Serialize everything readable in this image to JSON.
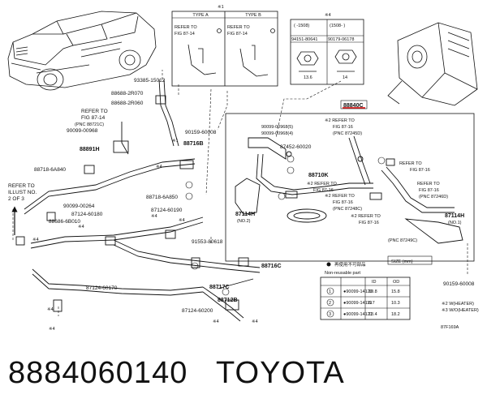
{
  "type_a": "TYPE A",
  "type_b": "TYPE B",
  "ref_87_14_a": "REFER TO",
  "ref_87_14_b": "FIG 87-14",
  "star1": "※1",
  "star4": "※4",
  "col_1508_a": "(   -1508)",
  "col_1508_b": "(1508-   )",
  "pn_94151": "94151-80641",
  "pn_90179": "90179-06178",
  "dim_13_6": "13.6",
  "dim_14": "14",
  "pn_93385": "93385-15012",
  "pn_88688_2r070": "88688-2R070",
  "pn_88688_2r060": "88688-2R060",
  "ref_fig_87_14": [
    "REFER TO",
    "FIG 87-14",
    "(PNC 88721C)"
  ],
  "pn_90099_00968": "90099-00968",
  "pn_88891h": "88891H",
  "pn_88718_6a840": "88718-6A840",
  "pn_90099_00264": "90099-00264",
  "pn_87124_60180": "87124-60180",
  "pn_88686_6b010": "88686-6B010",
  "pn_90159_60008_a": "90159-60008",
  "pn_88716b": "88716B",
  "pn_88718_6a850": "88718-6A850",
  "pn_87124_60190": "87124-60190",
  "pn_91553_80618": "91553-80618",
  "pn_88716c": "88716C",
  "pn_87124_60170": "87124-60170",
  "pn_88717c": "88717C",
  "pn_88712b": "88712B",
  "pn_87124_60200": "87124-60200",
  "refer_illust": [
    "REFER TO",
    "ILLUST NO.",
    "2 OF 3"
  ],
  "pn_88840c": "88840C",
  "pn_90099_00968_5": "90099-00968(5)",
  "pn_90099_00968_4": "90099-00968(4)",
  "ref_87_16_a": [
    "※2 REFER TO",
    "FIG 87-16",
    "(PNC 87245D)"
  ],
  "pn_87452_60020": "87452-60020",
  "ref_87_16_b": [
    "REFER TO",
    "FIG 87-16"
  ],
  "pn_88710k": "88710K",
  "ref_87_16_c": [
    "※2 REFER TO",
    "FIG 87-16"
  ],
  "ref_87_16_d": [
    "REFER TO",
    "FIG 87-16",
    "(PNC 87246D)"
  ],
  "ref_87_16_e": [
    "※2 REFER TO",
    "FIG 87-16",
    "(PNC 87248C)"
  ],
  "ref_87_16_f": [
    "※2 REFER TO",
    "FIG 87-16",
    "(PNC 87249C)"
  ],
  "pn_87114h_no2": [
    "87114H",
    "(NO.2)"
  ],
  "pn_87114h_no1": [
    "87114H",
    "(NO.1)"
  ],
  "pn_90159_60008_b": "90159-60008",
  "legend": {
    "nonreusable_jp": "再使用不可部品",
    "nonreusable_en": "Non-reusable part",
    "size_title": "SIZE  (mm)",
    "col_id": "ID",
    "col_od": "OD",
    "rows": [
      {
        "no": "1",
        "pn": "●90099-14120",
        "id": "10.8",
        "od": "15.8"
      },
      {
        "no": "2",
        "pn": "●90099-14119",
        "id": "6.7",
        "od": "10.3"
      },
      {
        "no": "3",
        "pn": "●90099-14121",
        "id": "13.4",
        "od": "18.2"
      }
    ]
  },
  "note_heater": "※2 W(HEATER)",
  "note_no_heater": "※3 W/O(HEATER)",
  "fig_code": "87F169A",
  "caption_part": "8884060140",
  "caption_brand": "TOYOTA"
}
